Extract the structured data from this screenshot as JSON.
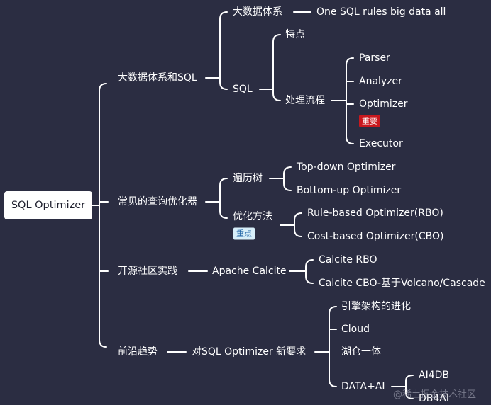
{
  "mindmap": {
    "root": "SQL Optimizer",
    "bigdata": {
      "label": "大数据体系和SQL",
      "system": {
        "label": "大数据体系",
        "child": "One SQL rules big data all"
      },
      "sql": {
        "label": "SQL",
        "feature": "特点",
        "flow": {
          "label": "处理流程",
          "steps": [
            "Parser",
            "Analyzer",
            "Optimizer",
            "Executor"
          ],
          "optimizer_tag": "重要"
        }
      }
    },
    "common": {
      "label": "常见的查询优化器",
      "traverse": {
        "label": "遍历树",
        "children": [
          "Top-down Optimizer",
          "Bottom-up Optimizer"
        ]
      },
      "method": {
        "label": "优化方法",
        "tag": "重点",
        "children": [
          "Rule-based Optimizer(RBO)",
          "Cost-based Optimizer(CBO)"
        ]
      }
    },
    "opensource": {
      "label": "开源社区实践",
      "calcite": {
        "label": "Apache Calcite",
        "children": [
          "Calcite RBO",
          "Calcite CBO-基于Volcano/Cascade"
        ]
      }
    },
    "frontier": {
      "label": "前沿趋势",
      "req": {
        "label": "对SQL Optimizer 新要求",
        "items": [
          "引擎架构的进化",
          "Cloud",
          "湖仓一体"
        ],
        "dataai": {
          "label": "DATA+AI",
          "children": [
            "AI4DB",
            "DB4AI"
          ]
        }
      }
    }
  },
  "watermark": "@稀土掘金技术社区"
}
